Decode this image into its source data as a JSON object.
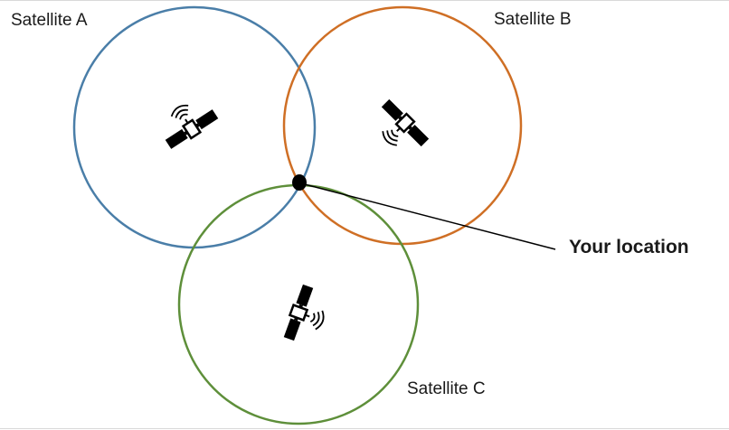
{
  "diagram": {
    "satellites": [
      {
        "label": "Satellite A",
        "color": "#4a7ea8",
        "icon": "satellite-icon"
      },
      {
        "label": "Satellite B",
        "color": "#cf6f25",
        "icon": "satellite-icon"
      },
      {
        "label": "Satellite C",
        "color": "#5e8f3a",
        "icon": "satellite-icon"
      }
    ],
    "location_label": "Your location",
    "location_marker_color": "#000000",
    "leader_line_color": "#000000"
  }
}
